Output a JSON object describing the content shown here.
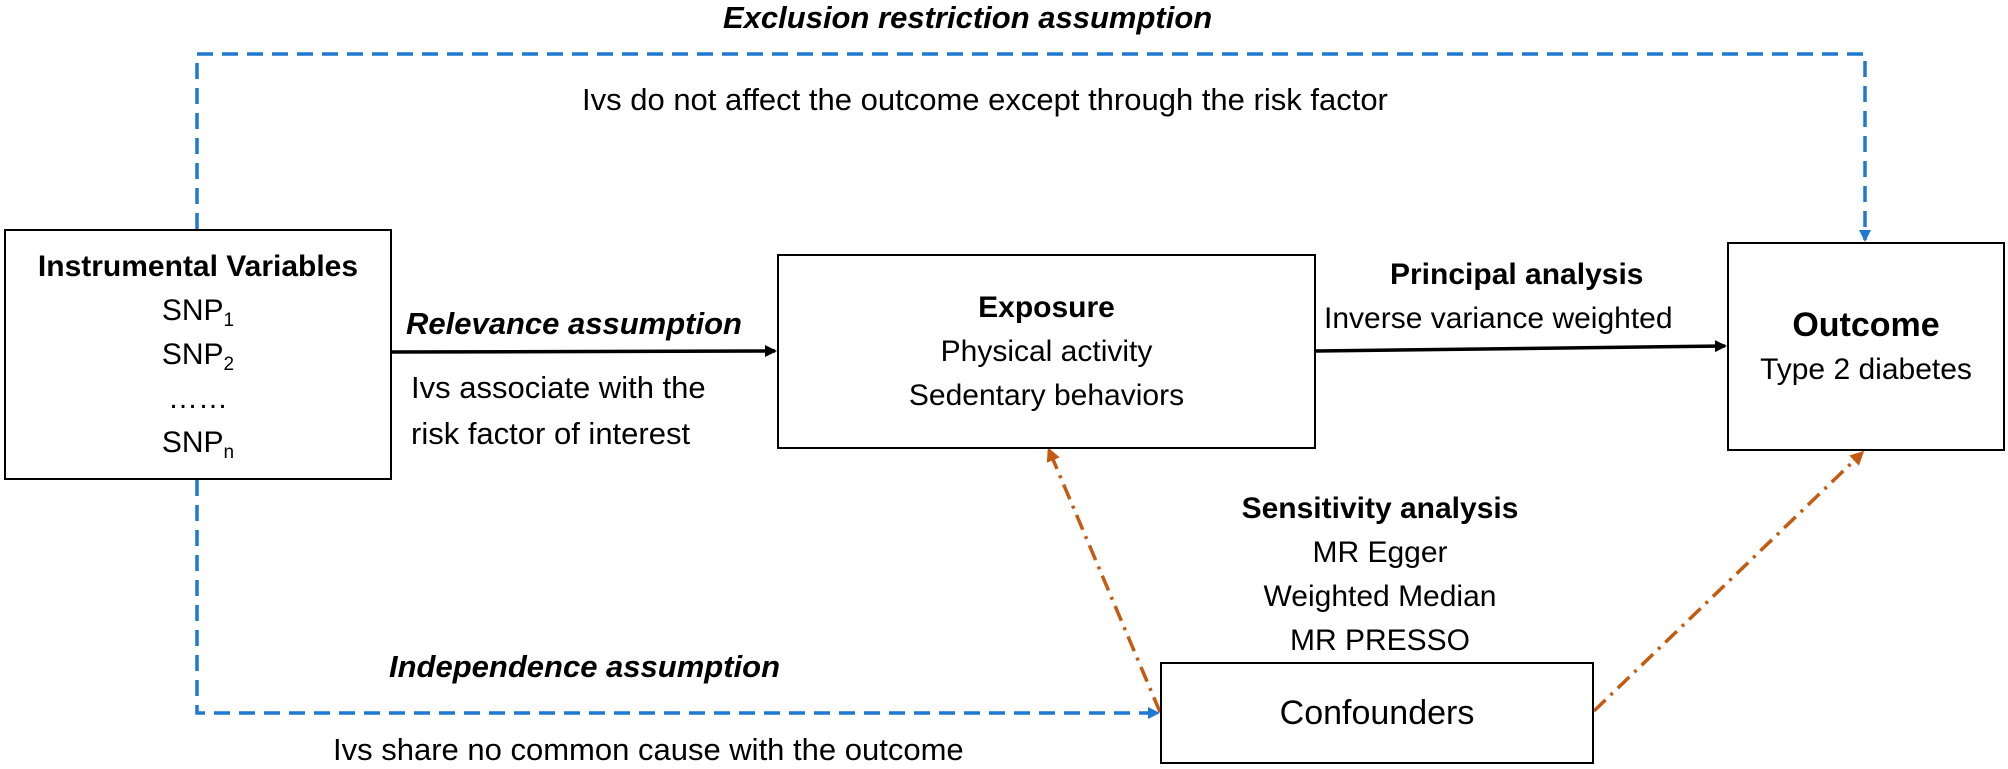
{
  "assumptions": {
    "exclusion_title": "Exclusion restriction assumption",
    "exclusion_text": "Ivs do not affect the outcome except through the risk factor",
    "relevance_title": "Relevance assumption",
    "relevance_text_1": "Ivs associate with the",
    "relevance_text_2": "risk factor of interest",
    "independence_title": "Independence assumption",
    "independence_text": "Ivs share no common cause with the outcome"
  },
  "iv_box": {
    "title": "Instrumental Variables",
    "snp_prefix": "SNP",
    "snp1_sub": "1",
    "snp2_sub": "2",
    "ellipsis": "……",
    "snpn_sub": "n"
  },
  "exposure_box": {
    "title": "Exposure",
    "line1": "Physical activity",
    "line2": "Sedentary behaviors"
  },
  "outcome_box": {
    "title": "Outcome",
    "line1": "Type 2 diabetes"
  },
  "principal": {
    "title": "Principal analysis",
    "text": "Inverse variance weighted"
  },
  "sensitivity": {
    "title": "Sensitivity analysis",
    "item1": "MR Egger",
    "item2": "Weighted Median",
    "item3": "MR PRESSO"
  },
  "confounders_box": {
    "label": "Confounders"
  },
  "colors": {
    "dashed_blue": "#1f78d1",
    "dashdot_orange": "#c55a11",
    "solid": "#000000"
  }
}
